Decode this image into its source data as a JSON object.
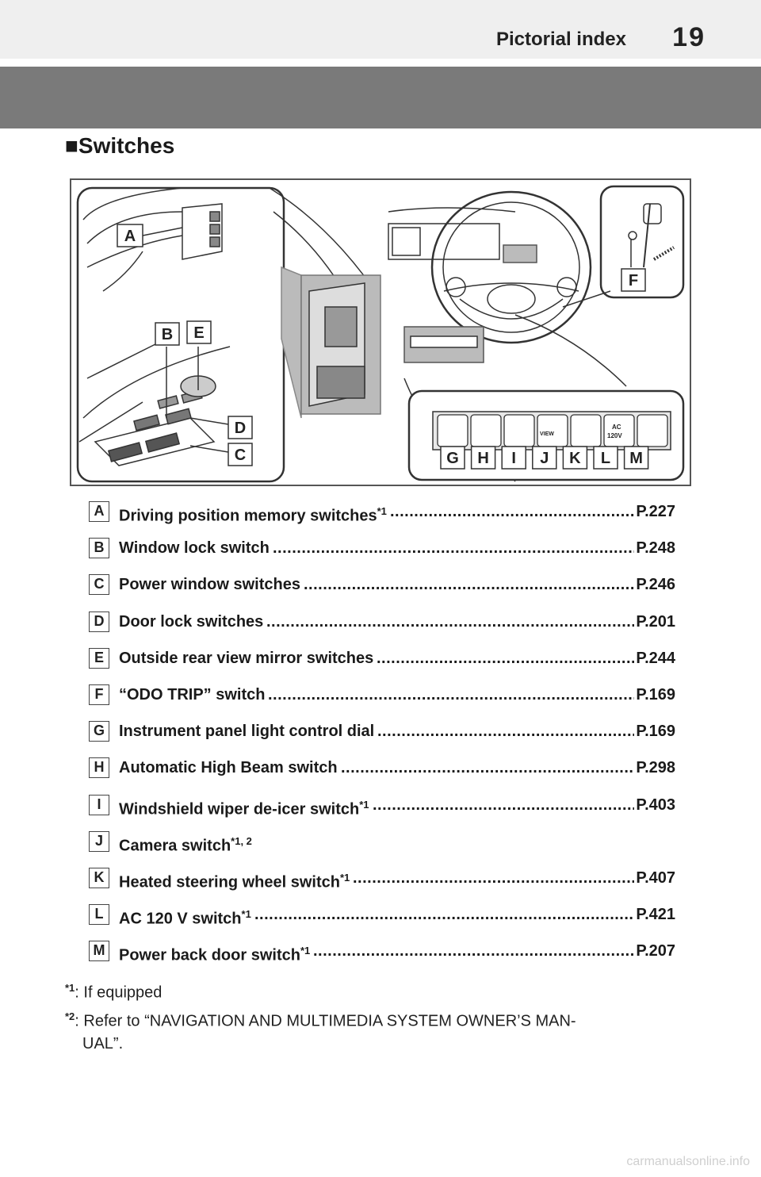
{
  "header": {
    "title": "Pictorial index",
    "page_number": "19"
  },
  "section": {
    "title": "■Switches"
  },
  "figure": {
    "callouts": [
      "A",
      "B",
      "E",
      "D",
      "C",
      "F"
    ],
    "switch_callouts": [
      "G",
      "H",
      "I",
      "J",
      "K",
      "L",
      "M"
    ],
    "switch_texts": {
      "view": "VIEW",
      "ac": "AC",
      "ac_volt": "120V"
    }
  },
  "items": [
    {
      "letter": "A",
      "label": "Driving position memory switches",
      "sup": "*1",
      "page": "P.227"
    },
    {
      "letter": "B",
      "label": "Window lock switch",
      "sup": "",
      "page": "P.248"
    },
    {
      "letter": "C",
      "label": "Power window switches",
      "sup": "",
      "page": "P.246"
    },
    {
      "letter": "D",
      "label": "Door lock switches",
      "sup": "",
      "page": "P.201"
    },
    {
      "letter": "E",
      "label": "Outside rear view mirror switches",
      "sup": "",
      "page": "P.244"
    },
    {
      "letter": "F",
      "label": "“ODO TRIP” switch",
      "sup": "",
      "page": "P.169"
    },
    {
      "letter": "G",
      "label": "Instrument panel light control dial",
      "sup": "",
      "page": "P.169"
    },
    {
      "letter": "H",
      "label": "Automatic High Beam switch",
      "sup": "",
      "page": "P.298"
    },
    {
      "letter": "I",
      "label": "Windshield wiper de-icer switch",
      "sup": "*1",
      "page": "P.403"
    },
    {
      "letter": "J",
      "label": "Camera switch",
      "sup": "*1, 2",
      "page": ""
    },
    {
      "letter": "K",
      "label": "Heated steering wheel switch",
      "sup": "*1",
      "page": "P.407"
    },
    {
      "letter": "L",
      "label": "AC 120 V switch",
      "sup": "*1",
      "page": "P.421"
    },
    {
      "letter": "M",
      "label": "Power back door switch",
      "sup": "*1",
      "page": "P.207"
    }
  ],
  "footnotes": [
    {
      "mark": "*1",
      "text": ": If equipped"
    },
    {
      "mark": "*2",
      "text": ": Refer to “NAVIGATION AND MULTIMEDIA SYSTEM OWNER’S MAN-",
      "text2": "UAL”."
    }
  ],
  "watermark": "carmanualsonline.info"
}
